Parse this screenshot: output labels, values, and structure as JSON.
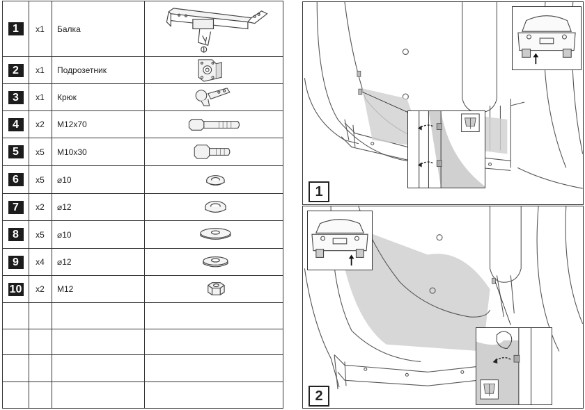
{
  "parts": [
    {
      "num": "1",
      "qty": "x1",
      "name": "Балка",
      "icon": "beam-icon"
    },
    {
      "num": "2",
      "qty": "x1",
      "name": "Подрозетник",
      "icon": "socket-bracket-icon"
    },
    {
      "num": "3",
      "qty": "x1",
      "name": "Крюк",
      "icon": "hook-icon"
    },
    {
      "num": "4",
      "qty": "x2",
      "name": "M12x70",
      "icon": "long-bolt-icon"
    },
    {
      "num": "5",
      "qty": "x5",
      "name": "M10x30",
      "icon": "short-bolt-icon"
    },
    {
      "num": "6",
      "qty": "x5",
      "name": "⌀10",
      "icon": "spring-washer-icon"
    },
    {
      "num": "7",
      "qty": "x2",
      "name": "⌀12",
      "icon": "spring-washer-icon"
    },
    {
      "num": "8",
      "qty": "x5",
      "name": "⌀10",
      "icon": "flat-washer-icon"
    },
    {
      "num": "9",
      "qty": "x4",
      "name": "⌀12",
      "icon": "flat-washer-icon"
    },
    {
      "num": "10",
      "qty": "x2",
      "name": "M12",
      "icon": "hex-nut-icon"
    }
  ],
  "steps": [
    {
      "label": "1"
    },
    {
      "label": "2"
    }
  ]
}
